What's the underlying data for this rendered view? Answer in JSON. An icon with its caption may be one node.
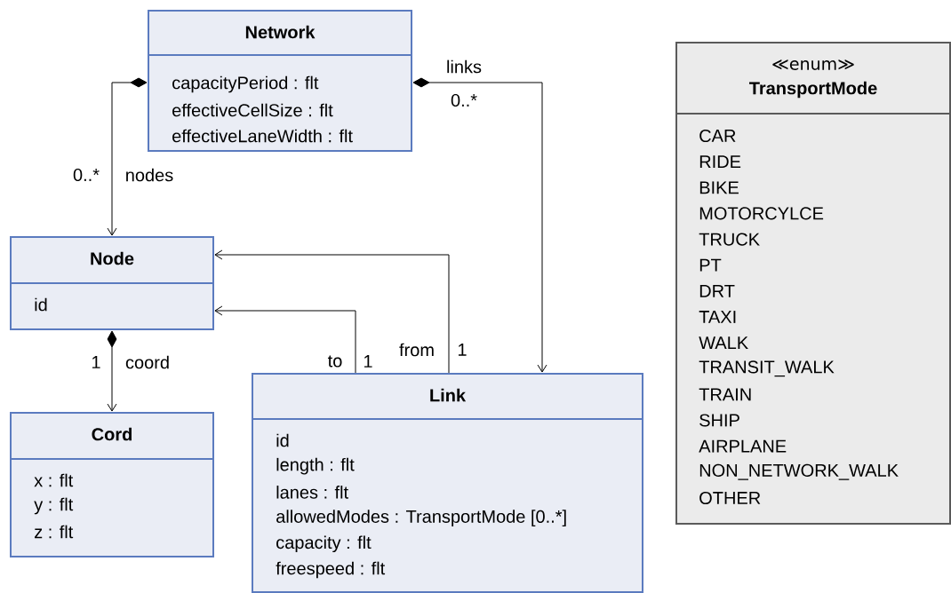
{
  "diagram": {
    "nodes": [
      {
        "text": [
          "Network",
          "capacityPeriod : flt",
          "effectiveCellSize : flt",
          "effectiveLaneWidth : flt"
        ]
      },
      {
        "text": [
          "Node",
          "id"
        ]
      },
      {
        "text": [
          "Cord",
          "x : flt",
          "y : flt",
          "z : flt"
        ]
      },
      {
        "text": [
          "Link",
          "id",
          "length : flt",
          "lanes : flt",
          "allowedModes : TransportMode [0..*]",
          "capacity : flt",
          "freespeed : flt"
        ]
      },
      {
        "text": [
          "≪enum≫",
          "TransportMode",
          "CAR",
          "RIDE",
          "BIKE",
          "MOTORCYLCE",
          "TRUCK",
          "PT",
          "DRT",
          "TAXI",
          "WALK",
          "TRANSIT_WALK",
          "TRAIN",
          "SHIP",
          "AIRPLANE",
          "NON_NETWORK_WALK",
          "OTHER"
        ]
      }
    ],
    "edges": [
      {
        "from": 0,
        "to": 1,
        "arrow": "to",
        "label": "nodes"
      },
      {
        "from": 0,
        "to": 3,
        "arrow": "to",
        "label": "links"
      },
      {
        "from": 1,
        "to": 2,
        "arrow": "to",
        "label": "coord"
      },
      {
        "from": 3,
        "to": 1,
        "arrow": "to",
        "label": "from"
      },
      {
        "from": 3,
        "to": 1,
        "arrow": "to",
        "label": "to"
      }
    ],
    "labels": [
      "0..*",
      "0..*",
      "1",
      "1",
      "1"
    ]
  }
}
